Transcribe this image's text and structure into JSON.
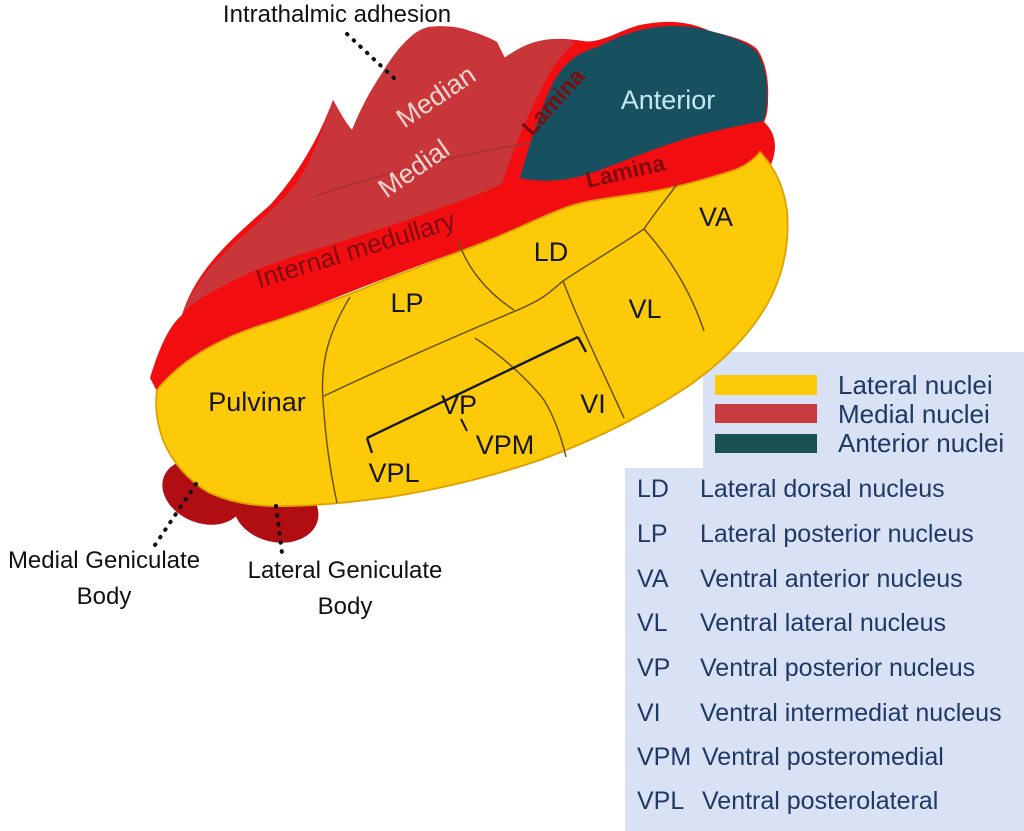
{
  "figure_title": "Thalamus nuclei diagram",
  "colors": {
    "lateral": "#FCCA08",
    "medial": "#C9363A",
    "anterior": "#17505E",
    "band": "#F20D10",
    "geniculate": "#B00E13",
    "panel_bg": "#D9E2F5",
    "yellow_edge": "#DFA100"
  },
  "regions": {
    "median": "Median",
    "medial": "Medial",
    "lamina_upper": "Lamina",
    "lamina_lower": "Lamina",
    "anterior": "Anterior",
    "internal_medullary": "Internal medullary",
    "va": "VA",
    "ld": "LD",
    "lp": "LP",
    "vl": "VL",
    "vp": "VP",
    "vi": "VI",
    "vpm": "VPM",
    "vpl": "VPL",
    "pulvinar": "Pulvinar"
  },
  "annotations": {
    "intrathalamic": "Intrathalmic adhesion",
    "medial_geniculate_1": "Medial Geniculate",
    "medial_geniculate_2": "Body",
    "lateral_geniculate_1": "Lateral Geniculate",
    "lateral_geniculate_2": "Body"
  },
  "legend": {
    "items": [
      {
        "label": "Lateral nuclei",
        "color": "#FCCA08"
      },
      {
        "label": "Medial nuclei",
        "color": "#C83B40"
      },
      {
        "label": "Anterior nuclei",
        "color": "#1A5151"
      }
    ]
  },
  "abbreviations": [
    {
      "abbr": "LD",
      "name": "Lateral dorsal nucleus"
    },
    {
      "abbr": "LP",
      "name": "Lateral posterior nucleus"
    },
    {
      "abbr": "VA",
      "name": "Ventral anterior nucleus"
    },
    {
      "abbr": "VL",
      "name": "Ventral lateral nucleus"
    },
    {
      "abbr": "VP",
      "name": "Ventral posterior nucleus"
    },
    {
      "abbr": "VI",
      "name": "Ventral intermediat nucleus"
    },
    {
      "abbr": "VPM",
      "name": "Ventral posteromedial"
    },
    {
      "abbr": "VPL",
      "name": "Ventral posterolateral"
    }
  ]
}
